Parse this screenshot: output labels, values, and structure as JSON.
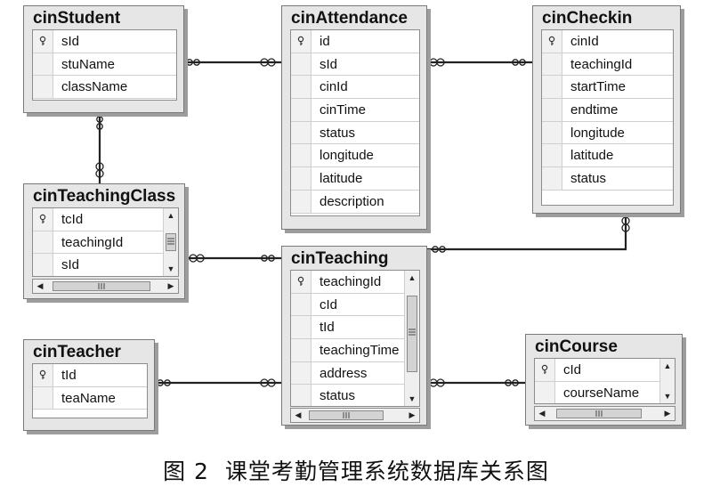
{
  "tables": {
    "cinStudent": {
      "title": "cinStudent",
      "columns": [
        "sId",
        "stuName",
        "className"
      ]
    },
    "cinAttendance": {
      "title": "cinAttendance",
      "columns": [
        "id",
        "sId",
        "cinId",
        "cinTime",
        "status",
        "longitude",
        "latitude",
        "description"
      ]
    },
    "cinCheckin": {
      "title": "cinCheckin",
      "columns": [
        "cinId",
        "teachingId",
        "startTime",
        "endtime",
        "longitude",
        "latitude",
        "status"
      ]
    },
    "cinTeachingClass": {
      "title": "cinTeachingClass",
      "columns": [
        "tcId",
        "teachingId",
        "sId"
      ]
    },
    "cinTeaching": {
      "title": "cinTeaching",
      "columns": [
        "teachingId",
        "cId",
        "tId",
        "teachingTime",
        "address",
        "status"
      ]
    },
    "cinTeacher": {
      "title": "cinTeacher",
      "columns": [
        "tId",
        "teaName"
      ]
    },
    "cinCourse": {
      "title": "cinCourse",
      "columns": [
        "cId",
        "courseName"
      ]
    }
  },
  "caption": {
    "figure_number": "图 2",
    "text": "课堂考勤管理系统数据库关系图"
  }
}
